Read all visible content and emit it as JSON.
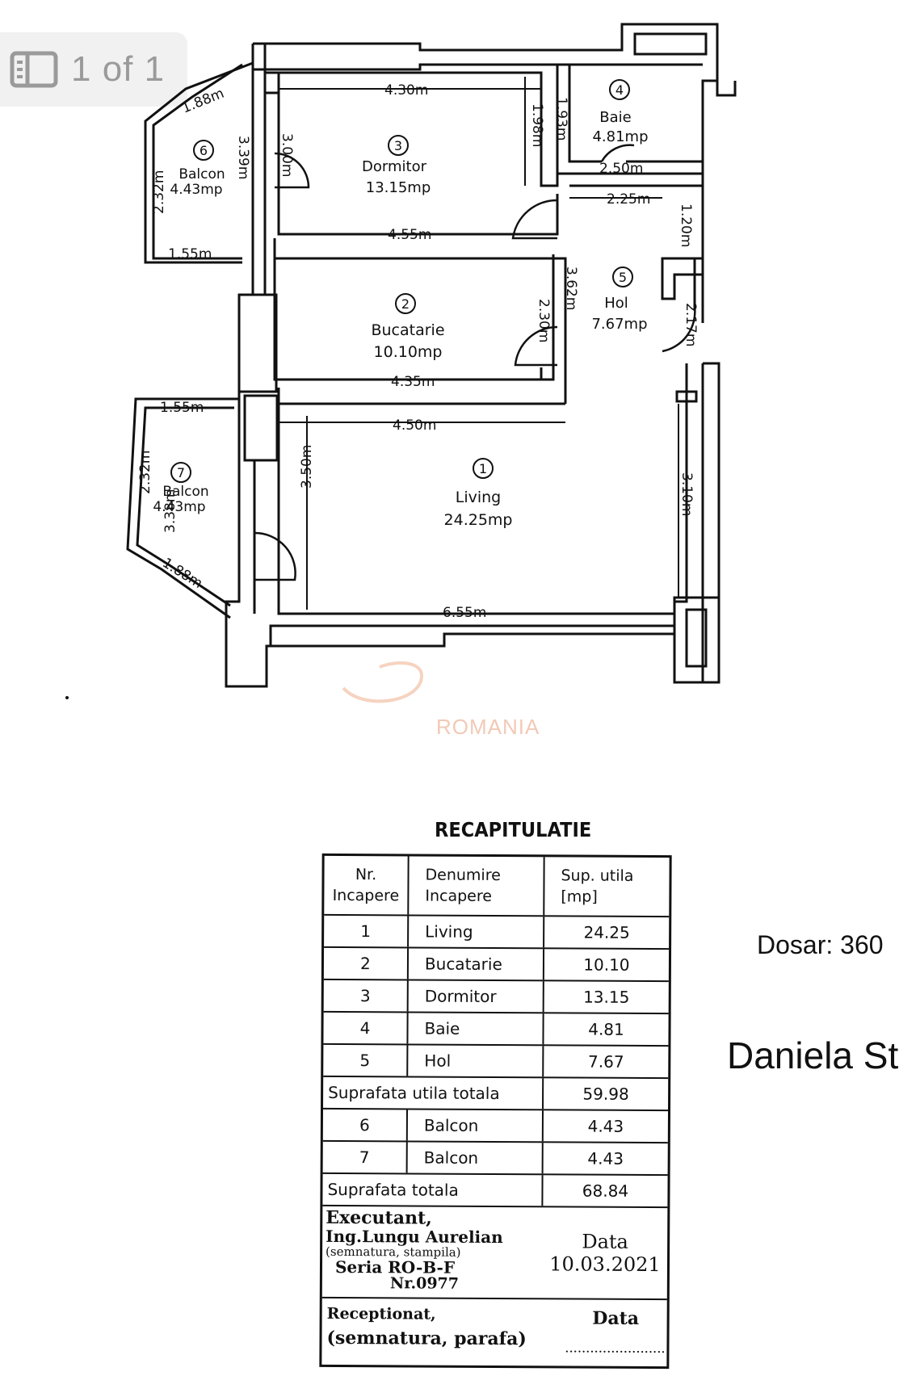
{
  "viewer": {
    "page_counter": "1 of 1",
    "icon": "gallery-icon"
  },
  "plan": {
    "rooms": {
      "r1": {
        "number": "1",
        "name": "Living",
        "area": "24.25mp"
      },
      "r2": {
        "number": "2",
        "name": "Bucatarie",
        "area": "10.10mp"
      },
      "r3": {
        "number": "3",
        "name": "Dormitor",
        "area": "13.15mp"
      },
      "r4": {
        "number": "4",
        "name": "Baie",
        "area": "4.81mp"
      },
      "r5": {
        "number": "5",
        "name": "Hol",
        "area": "7.67mp"
      },
      "r6": {
        "number": "6",
        "name": "Balcon",
        "area": "4.43mp"
      },
      "r7": {
        "number": "7",
        "name": "Balcon",
        "area": "4.43mp"
      }
    },
    "dims": {
      "d430": "4.30m",
      "d198": "1.98m",
      "d193": "1.93m",
      "d300": "3.00m",
      "d250": "2.50m",
      "d225": "2.25m",
      "d120": "1.20m",
      "d455": "4.55m",
      "d362": "3.62m",
      "d230": "2.30m",
      "d217": "2.17m",
      "d435": "4.35m",
      "d450": "4.50m",
      "d350": "3.50m",
      "d310": "3.10m",
      "d655": "6.55m",
      "b6_188": "1.88m",
      "b6_232": "2.32m",
      "b6_339": "3.39m",
      "b6_155": "1.55m",
      "b7_155": "1.55m",
      "b7_232": "2.32m",
      "b7_338": "3.38m",
      "b7_188": "1.88m"
    },
    "watermark": "ROMANIA"
  },
  "recap": {
    "title": "RECAPITULATIE",
    "headers": {
      "nr": "Nr. Incapere",
      "name": "Denumire Incapere",
      "area": "Sup. utila [mp]"
    },
    "rooms": [
      {
        "nr": "1",
        "name": "Living",
        "area": "24.25"
      },
      {
        "nr": "2",
        "name": "Bucatarie",
        "area": "10.10"
      },
      {
        "nr": "3",
        "name": "Dormitor",
        "area": "13.15"
      },
      {
        "nr": "4",
        "name": "Baie",
        "area": "4.81"
      },
      {
        "nr": "5",
        "name": "Hol",
        "area": "7.67"
      }
    ],
    "useful_total": {
      "label": "Suprafata utila totala",
      "value": "59.98"
    },
    "balconies": [
      {
        "nr": "6",
        "name": "Balcon",
        "area": "4.43"
      },
      {
        "nr": "7",
        "name": "Balcon",
        "area": "4.43"
      }
    ],
    "grand_total": {
      "label": "Suprafata totala",
      "value": "68.84"
    },
    "executant": {
      "line1": "Executant,",
      "line2": "Ing.Lungu Aurelian",
      "line3": "(semnatura, stampila)",
      "line4": "Seria RO-B-F",
      "line5": "Nr.0977",
      "date_label": "Data",
      "date_value": "10.03.2021"
    },
    "receptionat": {
      "line1": "Receptionat,",
      "line2": "(semnatura, parafa)",
      "date_label": "Data",
      "dots": "........................"
    }
  },
  "side": {
    "dosar": "Dosar: 360",
    "owner": "Daniela St"
  }
}
